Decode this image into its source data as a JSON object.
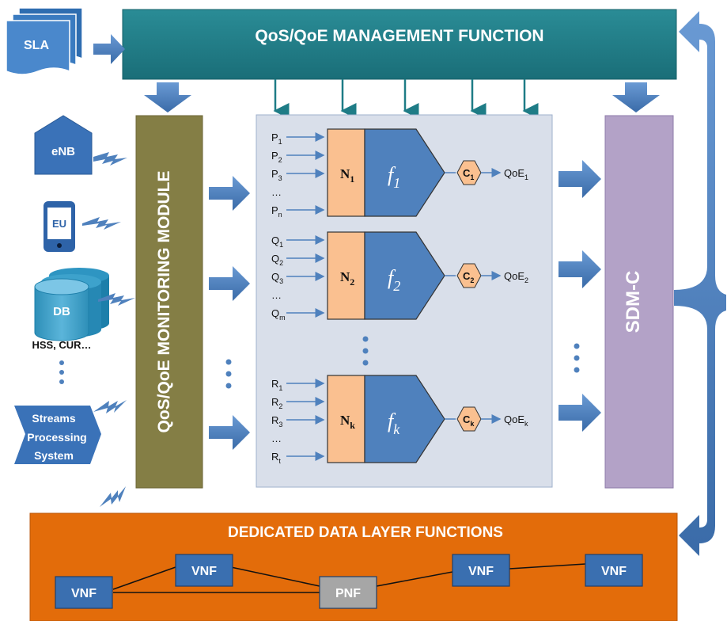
{
  "management": {
    "title": "QoS/QoE MANAGEMENT FUNCTION"
  },
  "sla": {
    "label": "SLA"
  },
  "sources": {
    "enb": "eNB",
    "eu": "EU",
    "db": "DB",
    "db_caption": "HSS, CUR…",
    "streams_line1": "Streams",
    "streams_line2": "Processing",
    "streams_line3": "System"
  },
  "monitoring": {
    "title": "QoS/QoE MONITORING MODULE"
  },
  "sdm": {
    "title": "SDM-C"
  },
  "data_layer": {
    "title": "DEDICATED DATA LAYER FUNCTIONS",
    "nodes": [
      "VNF",
      "VNF",
      "PNF",
      "VNF",
      "VNF"
    ]
  },
  "models": [
    {
      "inputs": [
        {
          "b": "P",
          "s": "1"
        },
        {
          "b": "P",
          "s": "2"
        },
        {
          "b": "P",
          "s": "3"
        },
        {
          "b": "…",
          "s": ""
        },
        {
          "b": "P",
          "s": "n"
        }
      ],
      "n_base": "N",
      "n_sub": "1",
      "f_base": "f",
      "f_sub": "1",
      "c_base": "C",
      "c_sub": "1",
      "out_base": "QoE",
      "out_sub": "1"
    },
    {
      "inputs": [
        {
          "b": "Q",
          "s": "1"
        },
        {
          "b": "Q",
          "s": "2"
        },
        {
          "b": "Q",
          "s": "3"
        },
        {
          "b": "…",
          "s": ""
        },
        {
          "b": "Q",
          "s": "m"
        }
      ],
      "n_base": "N",
      "n_sub": "2",
      "f_base": "f",
      "f_sub": "2",
      "c_base": "C",
      "c_sub": "2",
      "out_base": "QoE",
      "out_sub": "2"
    },
    {
      "inputs": [
        {
          "b": "R",
          "s": "1"
        },
        {
          "b": "R",
          "s": "2"
        },
        {
          "b": "R",
          "s": "3"
        },
        {
          "b": "…",
          "s": ""
        },
        {
          "b": "R",
          "s": "t"
        }
      ],
      "n_base": "N",
      "n_sub": "k",
      "f_base": "f",
      "f_sub": "k",
      "c_base": "C",
      "c_sub": "k",
      "out_base": "QoE",
      "out_sub": "k"
    }
  ],
  "colors": {
    "management": "#1E7C86",
    "monitoring": "#847E45",
    "sdm": "#B3A2C7",
    "data_layer": "#E36C0A",
    "arrow_blue": "#4F81BD",
    "panel": "#D9DFEA",
    "n_box": "#FAC090",
    "f_box": "#4F81BD",
    "c_hex": "#FAC090",
    "node": "#3A6FB0",
    "pnf": "#A6A6A6"
  }
}
